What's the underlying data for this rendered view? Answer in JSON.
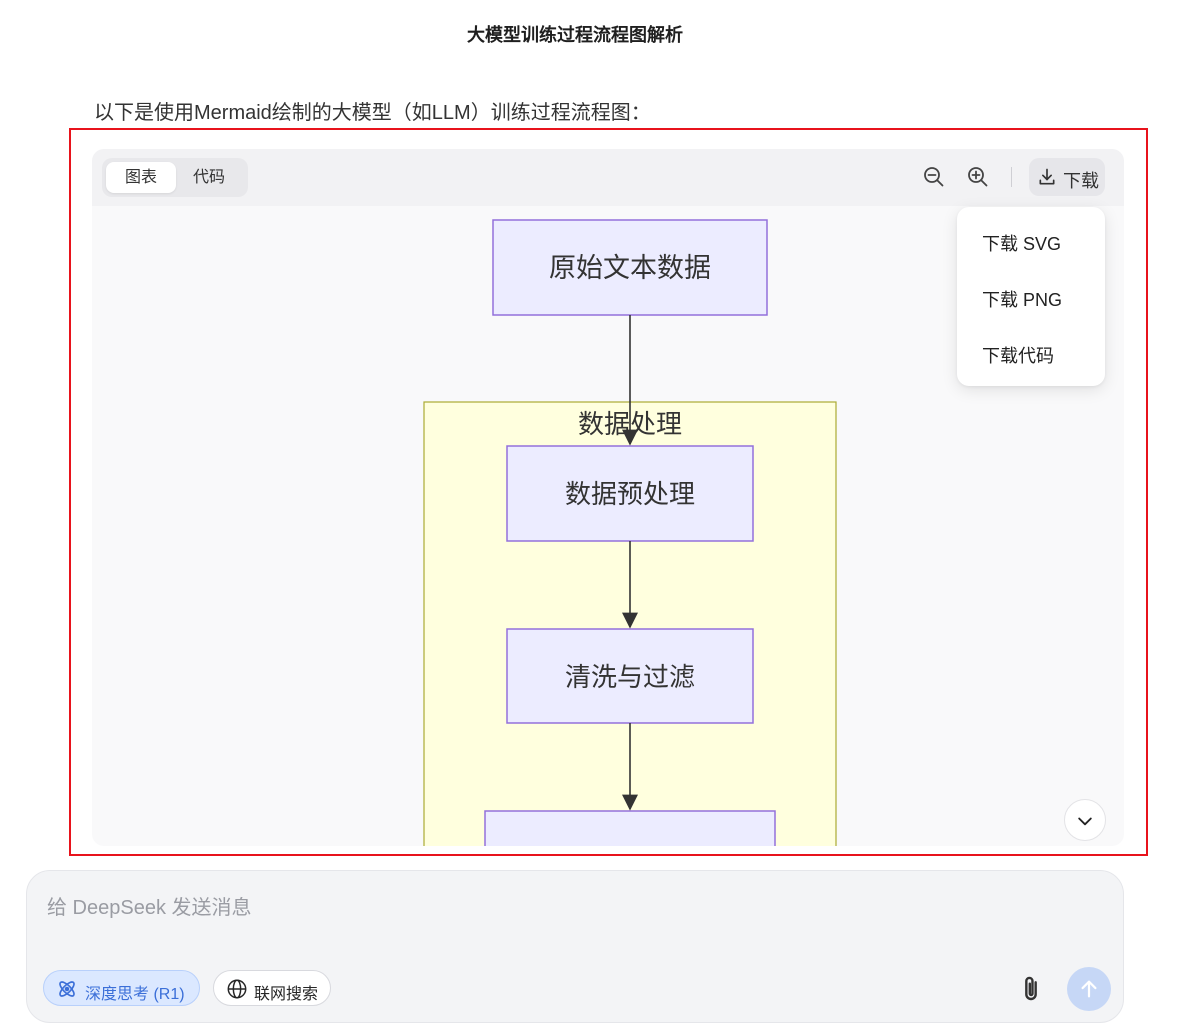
{
  "page": {
    "title": "大模型训练过程流程图解析"
  },
  "message": {
    "intro": "以下是使用Mermaid绘制的大模型（如LLM）训练过程流程图："
  },
  "mermaid": {
    "tabs": [
      {
        "label": "图表",
        "active": true
      },
      {
        "label": "代码",
        "active": false
      }
    ],
    "toolbar": {
      "zoom_out_icon": "zoom-out-icon",
      "zoom_in_icon": "zoom-in-icon",
      "download_icon": "download-icon",
      "download_label": "下载"
    },
    "download_menu": [
      "下载 SVG",
      "下载 PNG",
      "下载代码"
    ],
    "diagram": {
      "subgraph_title": "数据处理",
      "nodes": [
        "原始文本数据",
        "数据预处理",
        "清洗与过滤"
      ],
      "colors": {
        "node_fill": "#ececff",
        "node_stroke": "#9370db",
        "subgraph_fill": "#ffffde",
        "subgraph_stroke": "#aaaa33",
        "edge": "#333333"
      }
    }
  },
  "composer": {
    "placeholder": "给 DeepSeek 发送消息",
    "deep_think_label": "深度思考 (R1)",
    "web_search_label": "联网搜索",
    "accent": "#4d6bfe"
  }
}
